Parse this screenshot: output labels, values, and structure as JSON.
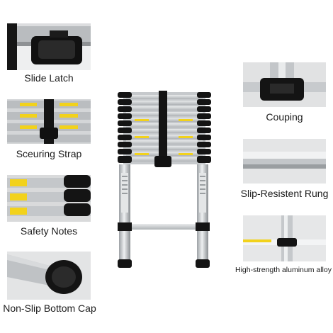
{
  "features": {
    "slide_latch": {
      "label": "Slide Latch",
      "icon": "slide-latch-photo"
    },
    "securing_strap": {
      "label": "Sceuring Strap",
      "icon": "securing-strap-photo"
    },
    "safety_notes": {
      "label": "Safety Notes",
      "icon": "safety-notes-photo"
    },
    "bottom_cap": {
      "label": "Non-Slip Bottom Cap",
      "icon": "bottom-cap-photo"
    },
    "couping": {
      "label": "Couping",
      "icon": "couping-photo"
    },
    "rung": {
      "label": "Slip-Resistent Rung",
      "icon": "rung-photo"
    },
    "alloy": {
      "label": "High-strength aluminum alloy",
      "icon": "alloy-photo"
    }
  },
  "colors": {
    "aluminum": "#c9cccf",
    "black": "#141414",
    "warning_yellow": "#f2d21b"
  }
}
